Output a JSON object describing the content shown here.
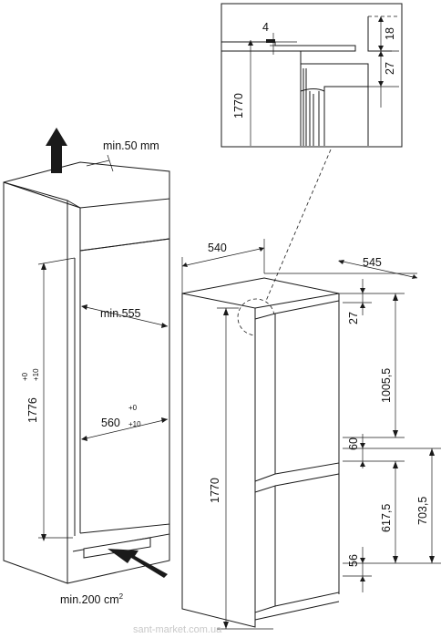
{
  "detail": {
    "gap_4": "4",
    "height_18": "18",
    "height_27": "27",
    "height_1770": "1770"
  },
  "niche": {
    "vent_top": "min.50 mm",
    "width_min": "min.555",
    "width": "560",
    "width_tol_plus": "+0",
    "width_tol_minus": "+10",
    "height": "1776",
    "height_tol_plus": "+0",
    "height_tol_minus": "+10",
    "vent_bottom": "min.200 cm",
    "vent_bottom_sup": "2"
  },
  "appliance": {
    "width": "540",
    "depth": "545",
    "top_gap": "27",
    "upper_door": "1005,5",
    "mid_gap": "60",
    "lower_door": "617,5",
    "lower_section": "703,5",
    "bottom_gap": "56",
    "total_height": "1770"
  },
  "watermark": "sant-market.com.ua",
  "colors": {
    "line": "#1a1a1a",
    "fill_grey": "#e8e8e8"
  }
}
